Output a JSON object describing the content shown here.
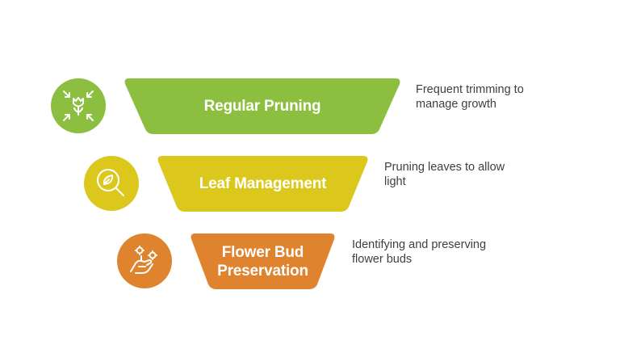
{
  "colors": {
    "tier1": "#8cbf3f",
    "tier2": "#dcc81c",
    "tier3": "#e0832f",
    "description_text": "#3f3f3f"
  },
  "tiers": [
    {
      "label": "Regular Pruning",
      "description": "Frequent trimming to manage growth",
      "icon": "tulip-arrows-icon"
    },
    {
      "label": "Leaf Management",
      "description": "Pruning leaves to allow light",
      "icon": "leaf-magnifier-icon"
    },
    {
      "label": "Flower Bud Preservation",
      "description": "Identifying and preserving flower buds",
      "icon": "hand-flowers-icon"
    }
  ]
}
